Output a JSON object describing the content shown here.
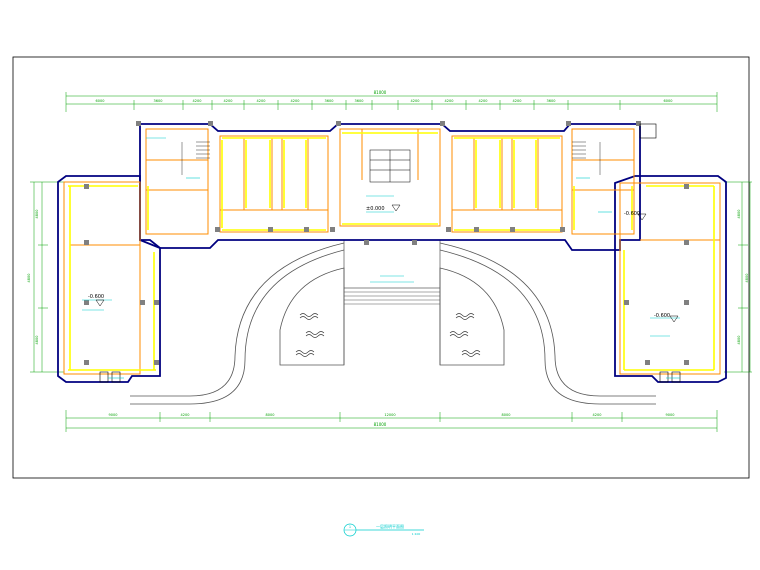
{
  "levels": {
    "main": "±0.000",
    "left_hall": "-0.600",
    "right_mid": "-0.600",
    "right_hall": "-0.600"
  },
  "dims": {
    "top_total": "81000",
    "bottom_total": "81000",
    "top_segments": [
      "6000",
      "3600",
      "4200",
      "4200",
      "4200",
      "4200",
      "3600",
      "3600",
      "4200",
      "4200",
      "4200",
      "4200",
      "3600",
      "6000"
    ],
    "bottom_segments": [
      "9000",
      "4200",
      "8000",
      "12000",
      "8000",
      "4200",
      "9000"
    ],
    "left_vertical": [
      "4800",
      "4800",
      "4800"
    ],
    "right_vertical": [
      "4800",
      "4800",
      "4800"
    ]
  },
  "title_block": {
    "number": "1",
    "title": "一层照明平面图",
    "scale": "1:100"
  },
  "colors": {
    "wall": "#000080",
    "dim": "#00a000",
    "room_edge": "#ff8c00",
    "light": "#ffff00",
    "column": "#808080",
    "annot": "#00cccc"
  }
}
